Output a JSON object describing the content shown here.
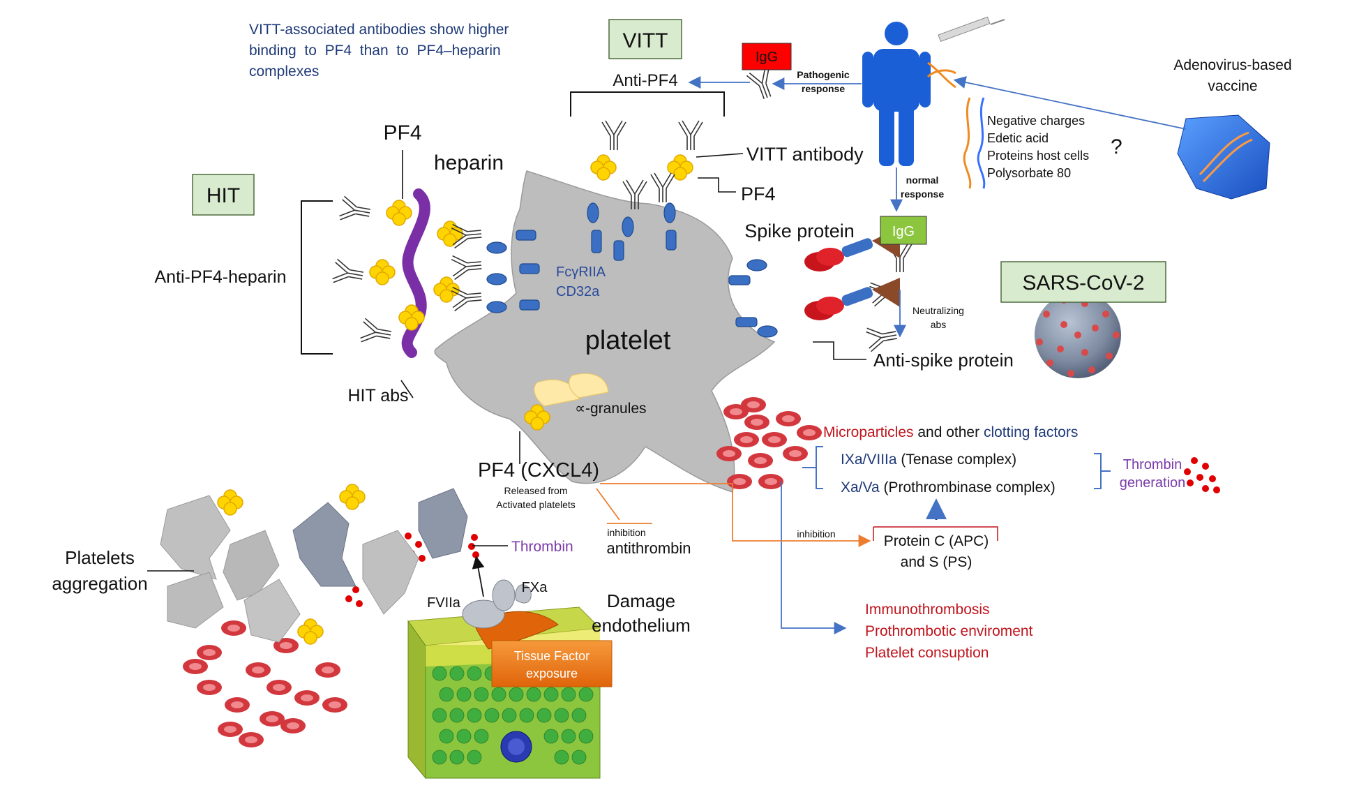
{
  "intro": {
    "line1": "VITT-associated antibodies show higher",
    "line2": "binding  to  PF4  than  to  PF4–heparin",
    "line3": "complexes"
  },
  "labels": {
    "vitt": "VITT",
    "hit": "HIT",
    "sars": "SARS-CoV-2",
    "igg_red": "IgG",
    "igg_green": "IgG",
    "pathogenic_1": "Pathogenic",
    "pathogenic_2": "response",
    "anti_pf4": "Anti-PF4",
    "vaccine_1": "Adenovirus-based",
    "vaccine_2": "vaccine",
    "components": [
      "Negative charges",
      "Edetic acid",
      "Proteins host cells",
      "Polysorbate 80"
    ],
    "question": "?",
    "normal_1": "normal",
    "normal_2": "response",
    "pf4_top": "PF4",
    "heparin": "heparin",
    "vitt_antibody": "VITT antibody",
    "pf4_right": "PF4",
    "spike_protein": "Spike protein",
    "anti_pf4_heparin": "Anti-PF4-heparin",
    "fcgr_1": "FcγRIIA",
    "fcgr_2": "CD32a",
    "platelet": "platelet",
    "neutralizing_1": "Neutralizing",
    "neutralizing_2": "abs",
    "anti_spike": "Anti-spike protein",
    "hit_abs": "HIT abs",
    "granules": "∝-granules",
    "microparticles": "Microparticles",
    "and_other": " and other ",
    "clotting_factors": "clotting factors",
    "tenase_code": "IXa/VIIIa",
    "tenase_name": " (Tenase complex)",
    "prothrombinase_code": "Xa/Va",
    "prothrombinase_name": " (Prothrombinase complex)",
    "thrombin_gen_1": "Thrombin",
    "thrombin_gen_2": "generation",
    "pf4_cxcl4": "PF4 (CXCL4)",
    "released_1": "Released from",
    "released_2": "Activated platelets",
    "inhibition_left": "inhibition",
    "antithrombin": "antithrombin",
    "inhibition_right": "inhibition",
    "protein_c": "Protein C (APC)",
    "protein_s": "and S (PS)",
    "platelets_agg_1": "Platelets",
    "platelets_agg_2": "aggregation",
    "thrombin": "Thrombin",
    "fviia": "FVIIa",
    "fxa": "FXa",
    "damage_1": "Damage",
    "damage_2": "endothelium",
    "tissue_factor_1": "Tissue Factor",
    "tissue_factor_2": "exposure",
    "outcomes": [
      "Immunothrombosis",
      "Prothrombotic enviroment",
      "Platelet consuption"
    ]
  },
  "colors": {
    "label_green": "#d9ebcf",
    "igg_red": "#ff0000",
    "igg_green": "#8cc63f",
    "person_blue": "#1b5fd6",
    "platelet_grey": "#bdbdbd",
    "pf4_yellow": "#ffd400",
    "heparin_purple": "#7b2fa6",
    "receptor_blue": "#3a6fc4",
    "arrow_blue": "#4472c4",
    "arrow_orange": "#ed7d31",
    "text_red": "#c0141c",
    "text_navy": "#1f3a78",
    "text_purple": "#7a3aa8",
    "tissue_orange": "#f07a1e"
  }
}
